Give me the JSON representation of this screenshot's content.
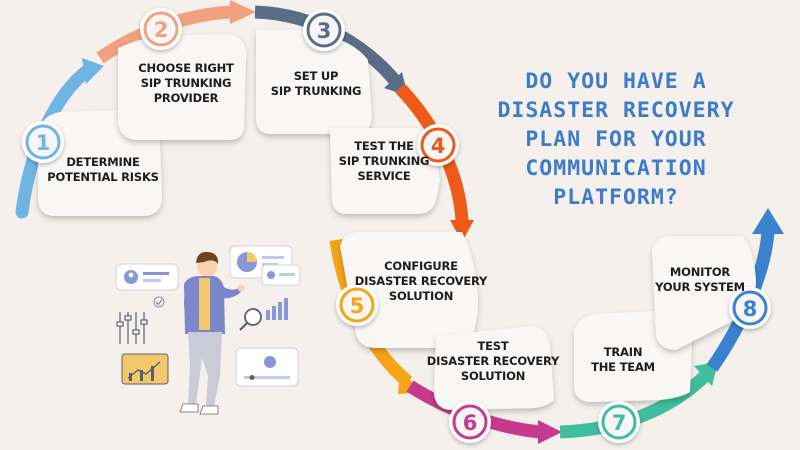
{
  "heading": {
    "lines": [
      "DO YOU HAVE A",
      "DISASTER RECOVERY",
      "PLAN FOR YOUR",
      "COMMUNICATION",
      "PLATFORM?"
    ],
    "color": "#3d7cc9"
  },
  "steps": [
    {
      "number": "1",
      "lines": [
        "DETERMINE",
        "POTENTIAL RISKS"
      ],
      "color": "#6fb5e4"
    },
    {
      "number": "2",
      "lines": [
        "CHOOSE RIGHT",
        "SIP TRUNKING",
        "PROVIDER"
      ],
      "color": "#f2a180"
    },
    {
      "number": "3",
      "lines": [
        "SET UP",
        "SIP TRUNKING"
      ],
      "color": "#5a6d86"
    },
    {
      "number": "4",
      "lines": [
        "TEST THE",
        "SIP TRUNKING",
        "SERVICE"
      ],
      "color": "#ee5a1a"
    },
    {
      "number": "5",
      "lines": [
        "CONFIGURE",
        "DISASTER RECOVERY",
        "SOLUTION"
      ],
      "color": "#f5a418"
    },
    {
      "number": "6",
      "lines": [
        "TEST",
        "DISASTER RECOVERY",
        "SOLUTION"
      ],
      "color": "#c63a8c"
    },
    {
      "number": "7",
      "lines": [
        "TRAIN",
        "THE TEAM"
      ],
      "color": "#3fbf9e"
    },
    {
      "number": "8",
      "lines": [
        "MONITOR",
        "YOUR SYSTEM"
      ],
      "color": "#3a82cf"
    }
  ],
  "illustration": {
    "name": "business-person-with-charts"
  }
}
